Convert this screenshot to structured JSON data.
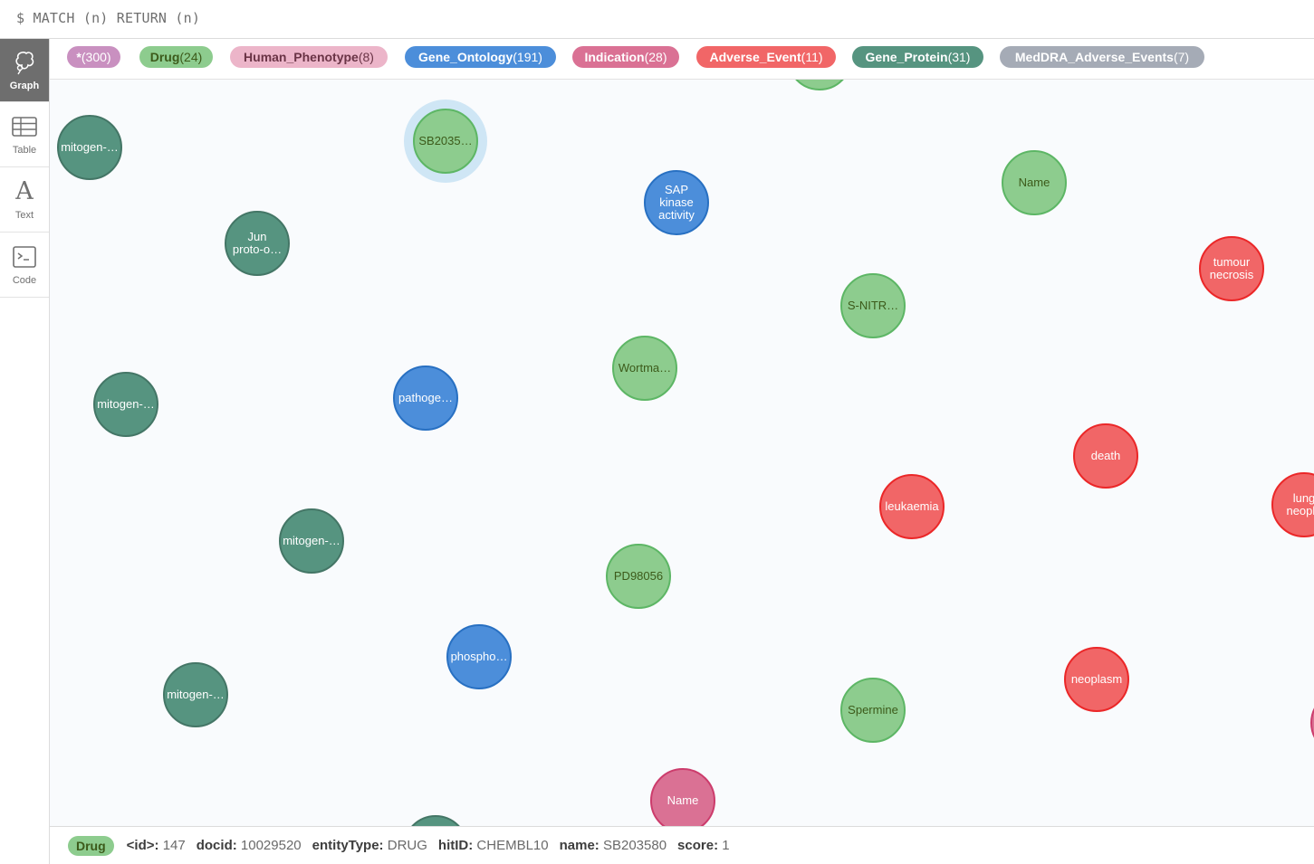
{
  "query": {
    "text": "$ MATCH (n) RETURN (n)"
  },
  "nav": {
    "items": [
      {
        "label": "Graph",
        "icon": "graph-icon",
        "active": true
      },
      {
        "label": "Table",
        "icon": "table-icon"
      },
      {
        "label": "Text",
        "icon": "text-icon",
        "glyph": "A"
      },
      {
        "label": "Code",
        "icon": "code-icon"
      }
    ]
  },
  "labels": [
    {
      "name": "*",
      "count": "(300)",
      "bg": "#c990c0",
      "fg": "#ffffff"
    },
    {
      "name": "Drug",
      "count": "(24)",
      "bg": "#8dcc8e",
      "fg": "#3c5a1a"
    },
    {
      "name": "Human_Phenotype",
      "count": "(8)",
      "bg": "#ecb5c9",
      "fg": "#6a3446"
    },
    {
      "name": "Gene_Ontology",
      "count": "(191)",
      "bg": "#4c8eda",
      "fg": "#ffffff"
    },
    {
      "name": "Indication",
      "count": "(28)",
      "bg": "#da7194",
      "fg": "#ffffff"
    },
    {
      "name": "Adverse_Event",
      "count": "(11)",
      "bg": "#f16667",
      "fg": "#ffffff"
    },
    {
      "name": "Gene_Protein",
      "count": "(31)",
      "bg": "#569480",
      "fg": "#ffffff"
    },
    {
      "name": "MedDRA_Adverse_Events",
      "count": "(7)",
      "bg": "#a5abb6",
      "fg": "#ffffff"
    }
  ],
  "nodes": [
    {
      "label": "",
      "type": "Drug"
    },
    {
      "label": "mitogen-…",
      "type": "Gene_Protein"
    },
    {
      "label": "SB2035…",
      "type": "Drug",
      "selected": true
    },
    {
      "label": "SAP\nkinase\nactivity",
      "type": "Gene_Ontology"
    },
    {
      "label": "Name",
      "type": "Drug"
    },
    {
      "label": "Jun\nproto-o…",
      "type": "Gene_Protein"
    },
    {
      "label": "tumour\nnecrosis",
      "type": "Adverse_Event"
    },
    {
      "label": "S-NITR…",
      "type": "Drug"
    },
    {
      "label": "Wortma…",
      "type": "Drug"
    },
    {
      "label": "mitogen-…",
      "type": "Gene_Protein"
    },
    {
      "label": "pathoge…",
      "type": "Gene_Ontology"
    },
    {
      "label": "death",
      "type": "Adverse_Event"
    },
    {
      "label": "leukaemia",
      "type": "Adverse_Event"
    },
    {
      "label": "lung\nneopla",
      "type": "Adverse_Event"
    },
    {
      "label": "mitogen-…",
      "type": "Gene_Protein"
    },
    {
      "label": "PD98056",
      "type": "Drug"
    },
    {
      "label": "phospho…",
      "type": "Gene_Ontology"
    },
    {
      "label": "mitogen-…",
      "type": "Gene_Protein"
    },
    {
      "label": "neoplasm",
      "type": "Adverse_Event"
    },
    {
      "label": "",
      "type": "Indication"
    },
    {
      "label": "Spermine",
      "type": "Drug"
    },
    {
      "label": "Name",
      "type": "Indication"
    },
    {
      "label": "",
      "type": "Gene_Protein"
    }
  ],
  "details": {
    "label": "Drug",
    "props": [
      {
        "key": "<id>:",
        "value": "147"
      },
      {
        "key": "docid:",
        "value": "10029520"
      },
      {
        "key": "entityType:",
        "value": "DRUG"
      },
      {
        "key": "hitID:",
        "value": "CHEMBL10"
      },
      {
        "key": "name:",
        "value": "SB203580"
      },
      {
        "key": "score:",
        "value": "1"
      }
    ]
  },
  "colors": {
    "Drug": {
      "fill": "#8dcc8e",
      "stroke": "#5db665",
      "text": "#3c5a1a"
    },
    "Gene_Protein": {
      "fill": "#569480",
      "stroke": "#447666",
      "text": "#ffffff"
    },
    "Gene_Ontology": {
      "fill": "#4c8eda",
      "stroke": "#2870c2",
      "text": "#ffffff"
    },
    "Adverse_Event": {
      "fill": "#f16667",
      "stroke": "#eb2728",
      "text": "#ffffff"
    },
    "Indication": {
      "fill": "#da7194",
      "stroke": "#cc3c6c",
      "text": "#ffffff"
    },
    "selection_halo": "#cfe6f5"
  }
}
